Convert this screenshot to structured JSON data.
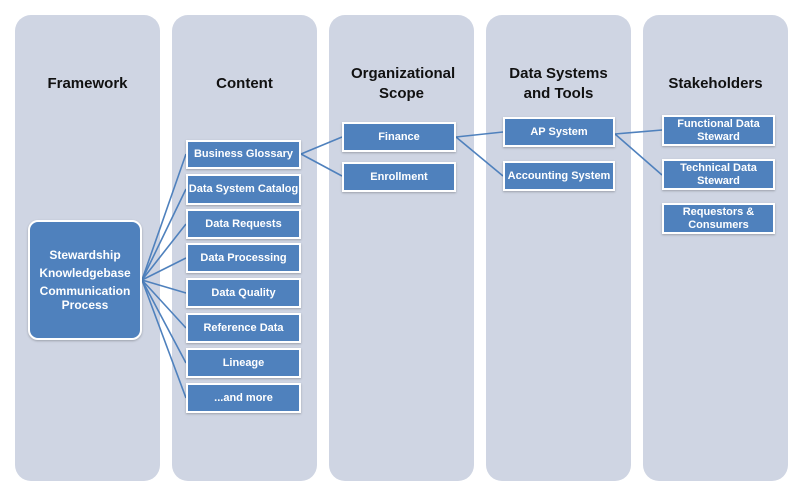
{
  "columns": [
    {
      "title": "Framework"
    },
    {
      "title": "Content"
    },
    {
      "title": "Organizational Scope"
    },
    {
      "title": "Data Systems and Tools"
    },
    {
      "title": "Stakeholders"
    }
  ],
  "framework": {
    "lines": [
      "Stewardship",
      "Knowledgebase",
      "Communication Process"
    ]
  },
  "content": {
    "items": [
      "Business Glossary",
      "Data System Catalog",
      "Data Requests",
      "Data Processing",
      "Data Quality",
      "Reference Data",
      "Lineage",
      "...and more"
    ]
  },
  "scope": {
    "items": [
      "Finance",
      "Enrollment"
    ]
  },
  "systems": {
    "items": [
      "AP System",
      "Accounting System"
    ]
  },
  "stakeholders": {
    "items": [
      "Functional Data Steward",
      "Technical Data Steward",
      "Requestors & Consumers"
    ]
  },
  "colors": {
    "column_bg": "#cfd5e3",
    "box_fill": "#4f81bd",
    "box_border": "#ffffff",
    "connector": "#4f81bd"
  }
}
